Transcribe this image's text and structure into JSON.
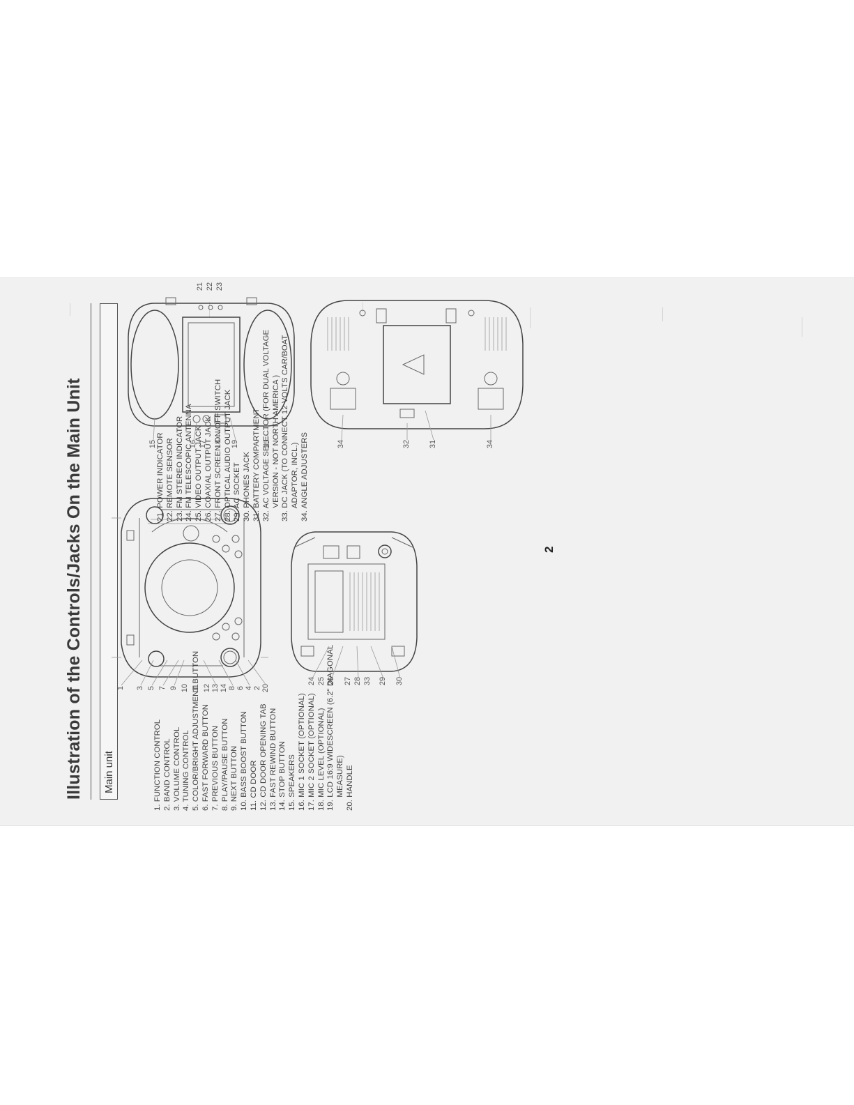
{
  "page": {
    "title": "Illustration of the Controls/Jacks On the Main Unit",
    "section": "Main unit",
    "page_number": "2"
  },
  "controls_left": [
    "1. FUNCTION CONTROL",
    "2. BAND CONTROL",
    "3. VOLUME CONTROL",
    "4. TUNING CONTROL",
    "5. COLOR/BRIGHT ADJUSTMENT BUTTON",
    "6. FAST FORWARD BUTTON",
    "7. PREVIOUS BUTTON",
    "8. PLAY/PAUSE BUTTON",
    "9. NEXT BUTTON",
    "10. BASS BOOST BUTTON",
    "11. CD DOOR",
    "12. CD DOOR OPENING TAB",
    "13. FAST REWIND BUTTON",
    "14. STOP BUTTON",
    "15. SPEAKERS",
    "16. MIC 1 SOCKET (OPTIONAL)",
    "17. MIC 2 SOCKET (OPTIONAL)",
    "18. MIC LEVEL (OPTIONAL)",
    "19. LCD 16:9 WIDESCREEN (6.2\" DIAGONAL",
    "      MEASURE)",
    "20. HANDLE"
  ],
  "controls_right": [
    "21. POWER INDICATOR",
    "22. REMOTE SENSOR",
    "23. FM STEREO INDICATOR",
    "24. FM TELESCOPIC ANTENNA",
    "25. VIDEO OUTPUT JACK",
    "26. COAXIAL OUTPUT JACK",
    "27. FRONT SCREEN ON/OFF SWITCH",
    "28. OPTICAL AUDIO OUTPUT JACK",
    "29. AC SOCKET",
    "30. PHONES JACK",
    "31. BATTERY COMPARTMENT",
    "32. AC VOLTAGE SELECTOR (FOR DUAL VOLTAGE",
    "      VERSION - NOT NORTH AMERICA )",
    "33. DC JACK (TO CONNECT 12 VOLTS CAR/BOAT",
    "      ADAPTOR, INCL.)",
    "34. ANGLE ADJUSTERS"
  ],
  "diagram_top": {
    "callouts": [
      "1",
      "3",
      "5",
      "7",
      "9",
      "10",
      "11",
      "12",
      "13",
      "14",
      "8",
      "6",
      "4",
      "2",
      "20"
    ]
  },
  "diagram_back": {
    "callouts": [
      "24",
      "25",
      "26",
      "27",
      "28",
      "33",
      "29",
      "30"
    ]
  },
  "diagram_front": {
    "callouts_top": [
      "21",
      "22",
      "23"
    ],
    "callouts_bottom": [
      "15",
      "16",
      "17",
      "18",
      "19",
      "15"
    ]
  },
  "diagram_bottom": {
    "callouts": [
      "34",
      "32",
      "31",
      "34"
    ]
  }
}
